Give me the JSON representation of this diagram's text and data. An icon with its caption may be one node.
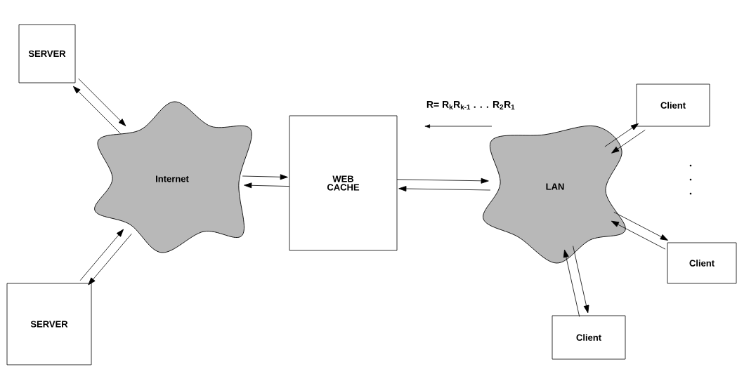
{
  "diagram": {
    "nodes": [
      {
        "text": [
          "SERVER"
        ]
      },
      {
        "text": [
          "Internet"
        ]
      },
      {
        "text": [
          "WEB CACHE"
        ]
      },
      {
        "text": [
          "LAN"
        ]
      },
      {
        "text": [
          "Client"
        ]
      },
      {
        "text": [
          "Client"
        ]
      },
      {
        "text": [
          "Client"
        ]
      },
      {
        "text": [
          "SERVER"
        ]
      }
    ],
    "edges": [
      {
        "from": 1,
        "to": 0,
        "arrow": "to"
      },
      {
        "from": 0,
        "to": 1,
        "arrow": "to"
      },
      {
        "from": 1,
        "to": 2,
        "arrow": "to"
      },
      {
        "from": 2,
        "to": 1,
        "arrow": "to"
      },
      {
        "from": 2,
        "to": 3,
        "arrow": "to"
      },
      {
        "from": 3,
        "to": 2,
        "arrow": "to"
      },
      {
        "from": 3,
        "to": 4,
        "arrow": "to"
      },
      {
        "from": 4,
        "to": 3,
        "arrow": "to"
      },
      {
        "from": 5,
        "to": 3,
        "arrow": "to"
      },
      {
        "from": 3,
        "to": 5,
        "arrow": "to"
      },
      {
        "from": 6,
        "to": 3,
        "arrow": "to"
      },
      {
        "from": 3,
        "to": 6,
        "arrow": "to"
      },
      {
        "from": 7,
        "to": 1,
        "arrow": "to"
      },
      {
        "from": 1,
        "to": 7,
        "arrow": "to"
      }
    ],
    "labels": [
      "R= R$_{k}$R$_{k-1}$ . . . R$_{2}$R$_{1}$"
    ]
  }
}
